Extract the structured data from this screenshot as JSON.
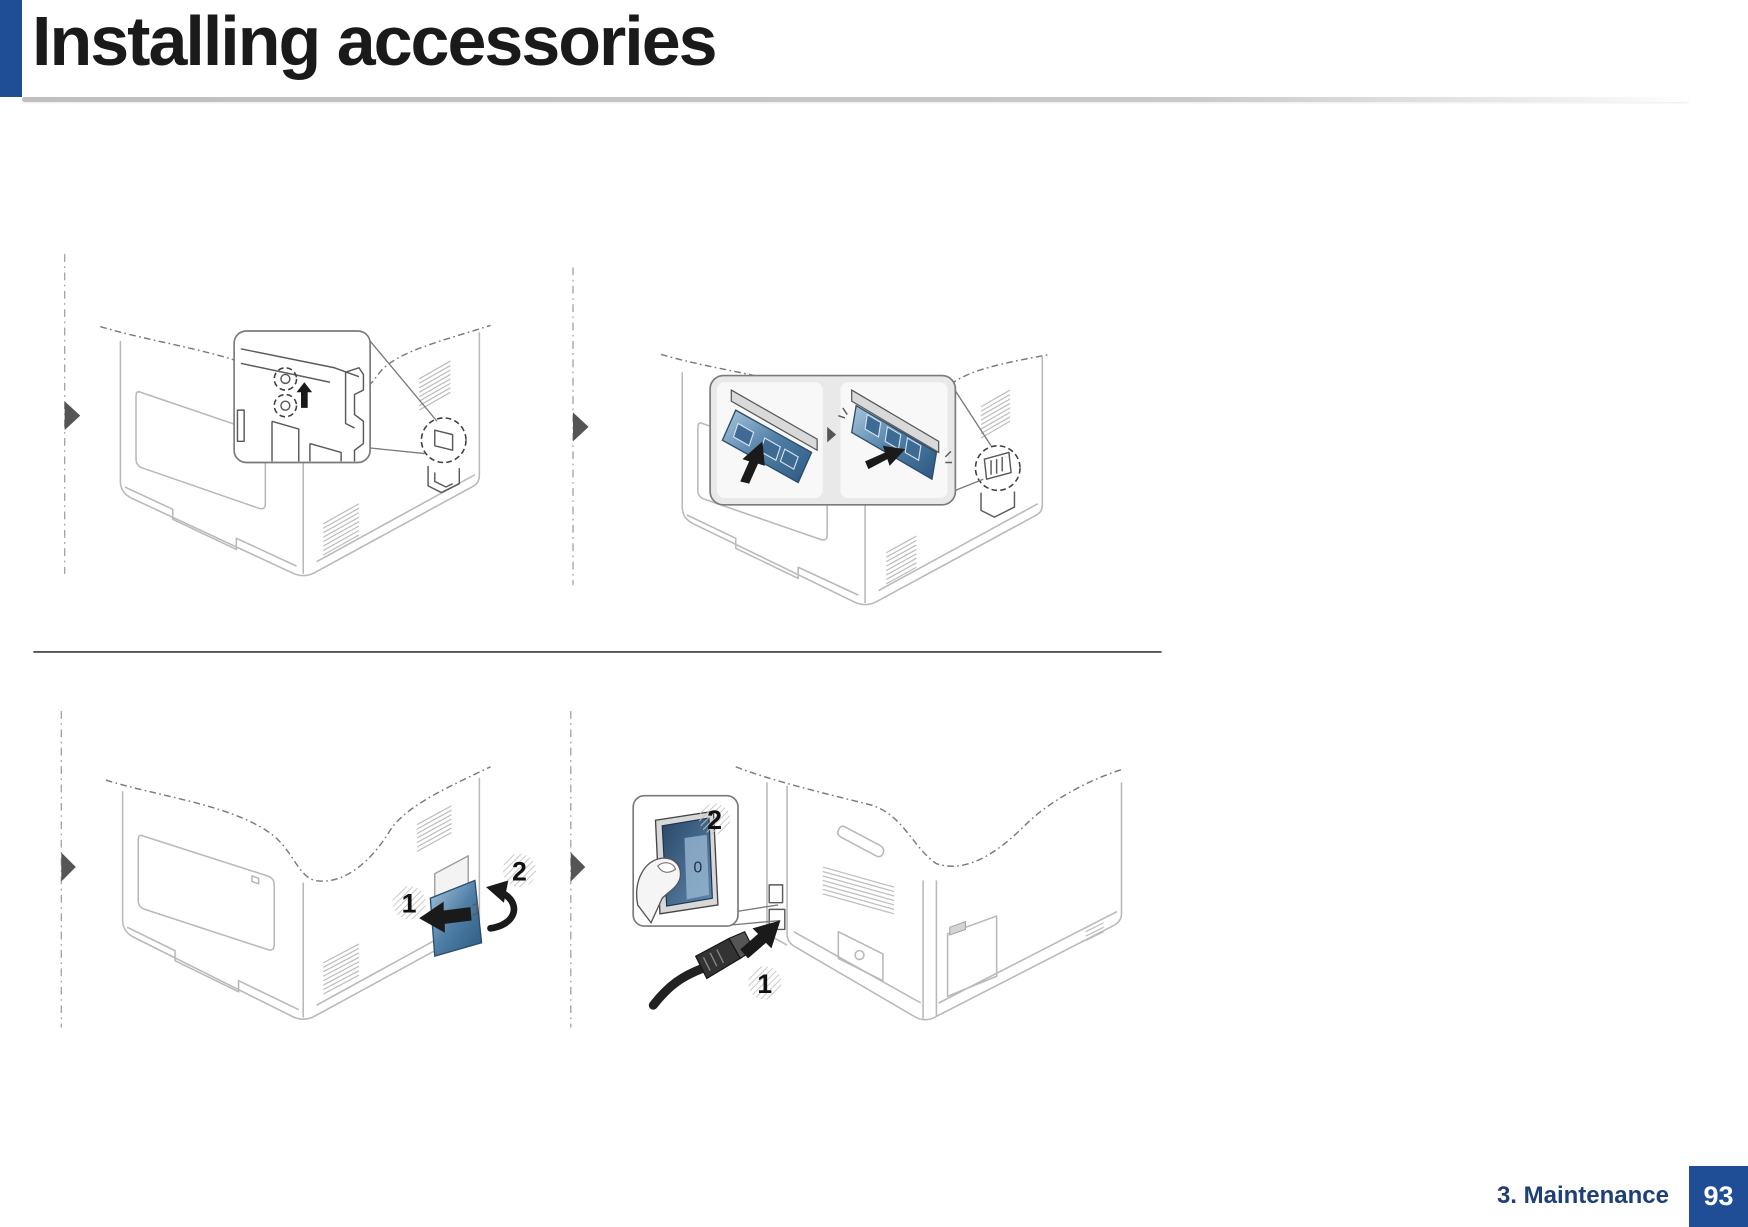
{
  "page": {
    "title": "Installing accessories"
  },
  "figures": {
    "step_marker_icon": "triangle-right-icon",
    "fig3": {
      "callouts": [
        "1",
        "2"
      ]
    },
    "fig4": {
      "callouts": [
        "2",
        "1"
      ],
      "switch_symbol": "0"
    }
  },
  "footer": {
    "section": "3. Maintenance",
    "page_number": "93"
  },
  "colors": {
    "accent": "#1f4e96",
    "part_highlight": "#4f7fa6",
    "footer_text": "#1e3f78"
  }
}
